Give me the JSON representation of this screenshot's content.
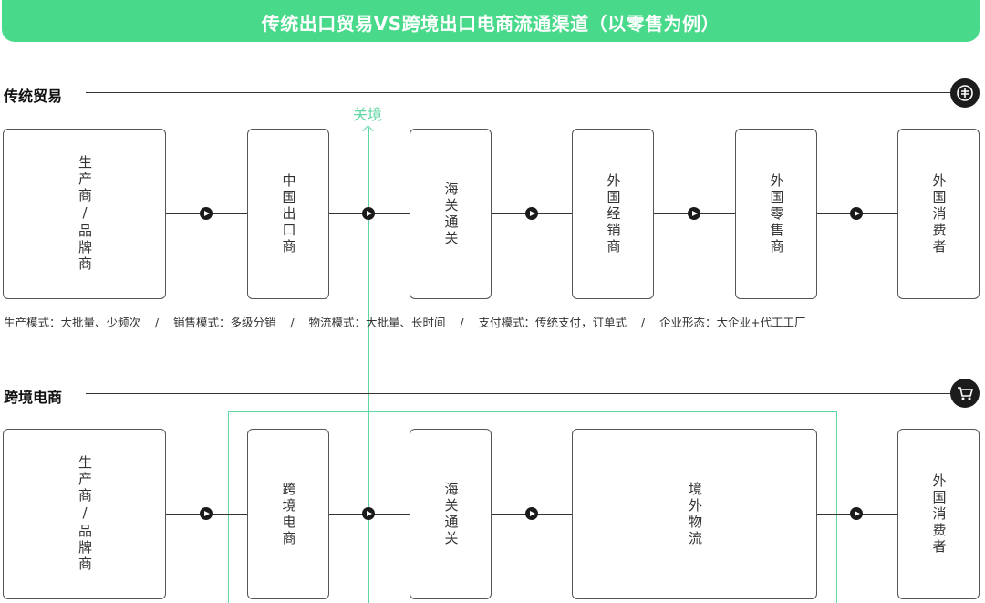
{
  "banner": {
    "title": "传统出口贸易VS跨境出口电商流通渠道（以零售为例）"
  },
  "customs_label": "关境",
  "traditional": {
    "title": "传统贸易",
    "icon": "currency-icon",
    "boxes": [
      "生产商/品牌商",
      "中国出口商",
      "海关通关",
      "外国经销商",
      "外国零售商",
      "外国消费者"
    ],
    "footnote": "生产模式：大批量、少频次    /    销售模式：多级分销    /    物流模式：大批量、长时间    /    支付模式：传统支付，订单式    /    企业形态：大企业+代工工厂"
  },
  "crossborder": {
    "title": "跨境电商",
    "icon": "shopping-cart-icon",
    "boxes": [
      "生产商/品牌商",
      "跨境电商",
      "海关通关",
      "境外物流",
      "外国消费者"
    ]
  },
  "colors": {
    "accent": "#49d98a",
    "customs_line": "#5ed7a2"
  }
}
